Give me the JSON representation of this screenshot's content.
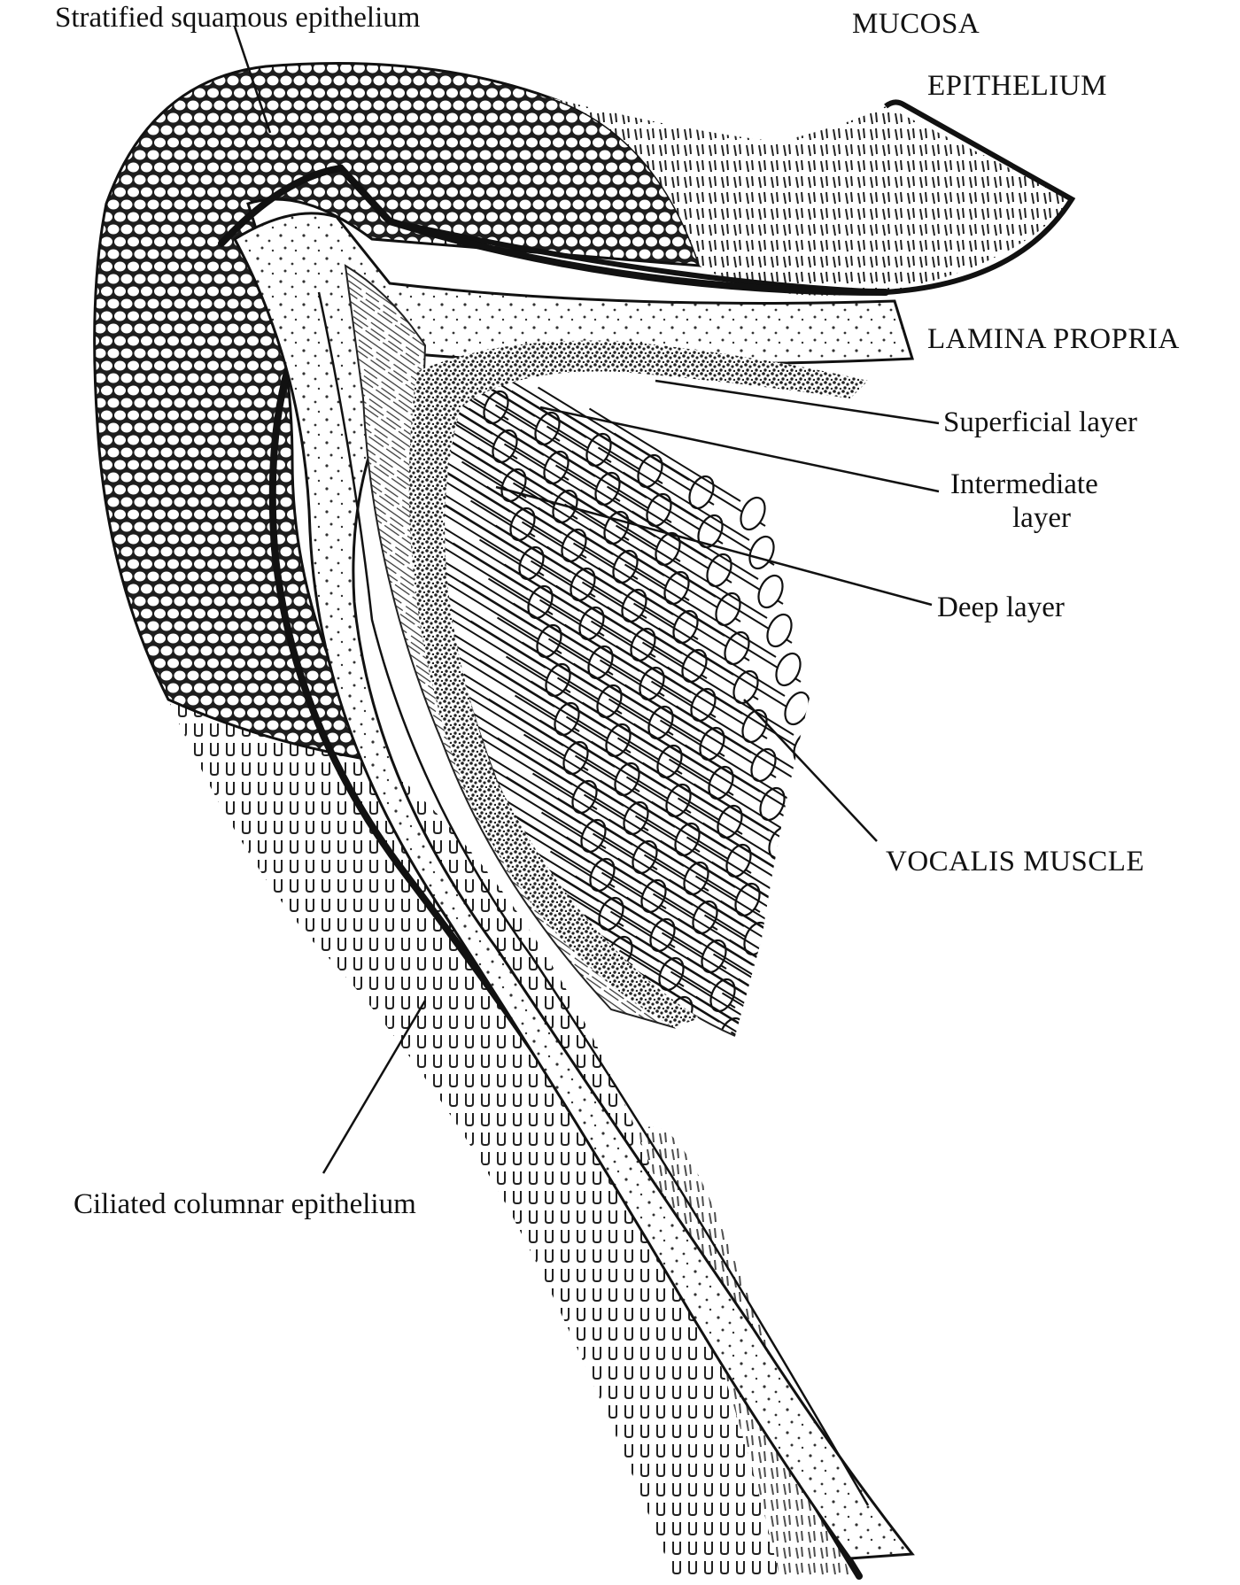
{
  "labels": {
    "stratified": "Stratified squamous epithelium",
    "mucosa": "MUCOSA",
    "epithelium": "EPITHELIUM",
    "lamina_propria": "LAMINA PROPRIA",
    "superficial": "Superficial layer",
    "intermediate_1": "Intermediate",
    "intermediate_2": "layer",
    "deep": "Deep layer",
    "vocalis": "VOCALIS MUSCLE",
    "ciliated": "Ciliated columnar epithelium"
  },
  "colors": {
    "ink": "#111111",
    "paper": "#ffffff",
    "dense": "#2a2a2a",
    "stipple": "#444444"
  }
}
